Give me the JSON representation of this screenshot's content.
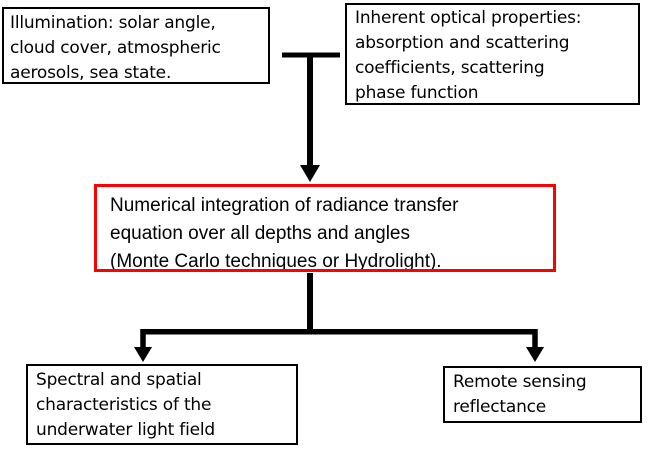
{
  "flowchart": {
    "nodes": {
      "illumination": {
        "text": "Illumination: solar angle,\ncloud cover, atmospheric\naerosols, sea state."
      },
      "inherent_optical_properties": {
        "text": "Inherent optical properties:\nabsorption and scattering\ncoefficients, scattering\nphase function"
      },
      "radiance_transfer": {
        "text": "Numerical integration of radiance transfer\nequation over all depths and angles\n(Monte Carlo techniques or Hydrolight)."
      },
      "underwater_light_field": {
        "text": "Spectral and spatial\ncharacteristics of the\nunderwater light field"
      },
      "remote_sensing_reflectance": {
        "text": "Remote sensing\nreflectance"
      }
    },
    "colors": {
      "background": "#ffffff",
      "node_border": "#000000",
      "highlight_border": "#ff0000",
      "connector": "#000000",
      "text": "#000000"
    }
  }
}
